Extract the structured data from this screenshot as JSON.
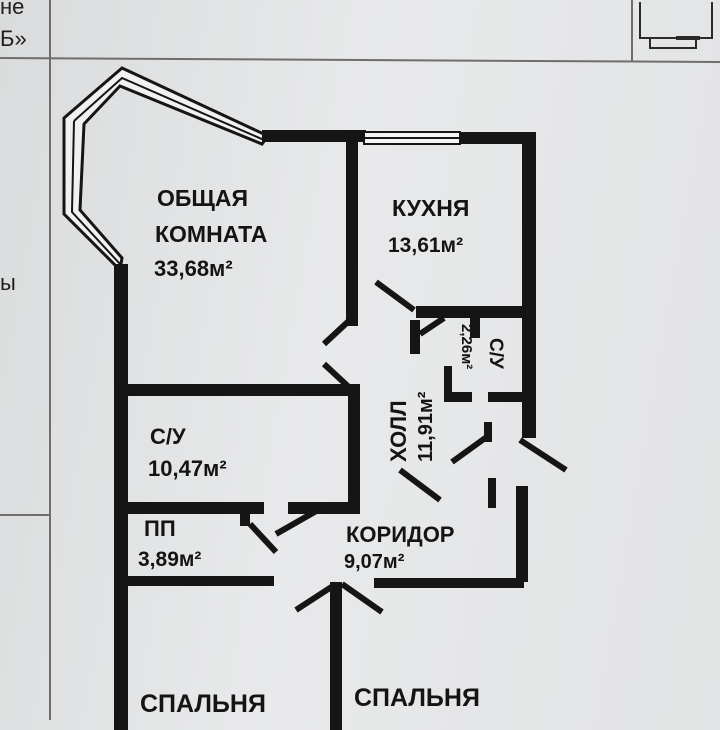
{
  "header": {
    "fragment_top": "не",
    "fragment_bottom": "Б»"
  },
  "margin": {
    "fragment_left": "ы"
  },
  "rooms": [
    {
      "id": "living",
      "name_lines": [
        "ОБЩАЯ",
        "КОМНАТА"
      ],
      "area": "33,68м²"
    },
    {
      "id": "kitchen",
      "name_lines": [
        "КУХНЯ"
      ],
      "area": "13,61м²"
    },
    {
      "id": "bath-small",
      "name_lines": [
        "С/У"
      ],
      "area": "2,26м²"
    },
    {
      "id": "hall",
      "name_lines": [
        "ХОЛЛ"
      ],
      "area": "11,91м²"
    },
    {
      "id": "bath-large",
      "name_lines": [
        "С/У"
      ],
      "area": "10,47м²"
    },
    {
      "id": "pantry",
      "name_lines": [
        "ПП"
      ],
      "area": "3,89м²"
    },
    {
      "id": "corridor",
      "name_lines": [
        "КОРИДОР"
      ],
      "area": "9,07м²"
    },
    {
      "id": "bedroom-left",
      "name_lines": [
        "СПАЛЬНЯ"
      ],
      "area": ""
    },
    {
      "id": "bedroom-right",
      "name_lines": [
        "СПАЛЬНЯ"
      ],
      "area": ""
    }
  ],
  "colors": {
    "wall": "#151515",
    "paper": "#e4e6e7",
    "line": "#6e6e6e"
  }
}
